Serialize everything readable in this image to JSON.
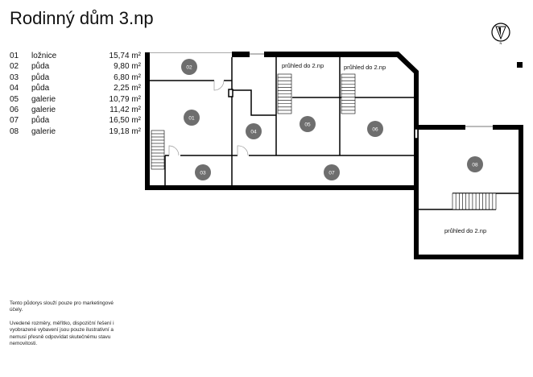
{
  "title": "Rodinný dům 3.np",
  "rooms": [
    {
      "num": "01",
      "name": "ložnice",
      "area": "15,74 m²"
    },
    {
      "num": "02",
      "name": "půda",
      "area": "9,80 m²"
    },
    {
      "num": "03",
      "name": "půda",
      "area": "6,80 m²"
    },
    {
      "num": "04",
      "name": "půda",
      "area": "2,25 m²"
    },
    {
      "num": "05",
      "name": "galerie",
      "area": "10,79 m²"
    },
    {
      "num": "06",
      "name": "galerie",
      "area": "11,42 m²"
    },
    {
      "num": "07",
      "name": "půda",
      "area": "16,50 m²"
    },
    {
      "num": "08",
      "name": "galerie",
      "area": "19,18 m²"
    }
  ],
  "plan": {
    "void_label": "průhled do 2.np",
    "compass_label": "N",
    "marker_color": "#6e6e6e",
    "wall_color": "#000000"
  },
  "note": {
    "p1": "Tento půdorys slouží pouze pro marketingové účely.",
    "p2": "Uvedené rozměry, měřítko, dispoziční řešení i vyobrazené vybavení jsou pouze ilustrativní a nemusí přesně odpovídat skutečnému stavu nemovitosti."
  }
}
